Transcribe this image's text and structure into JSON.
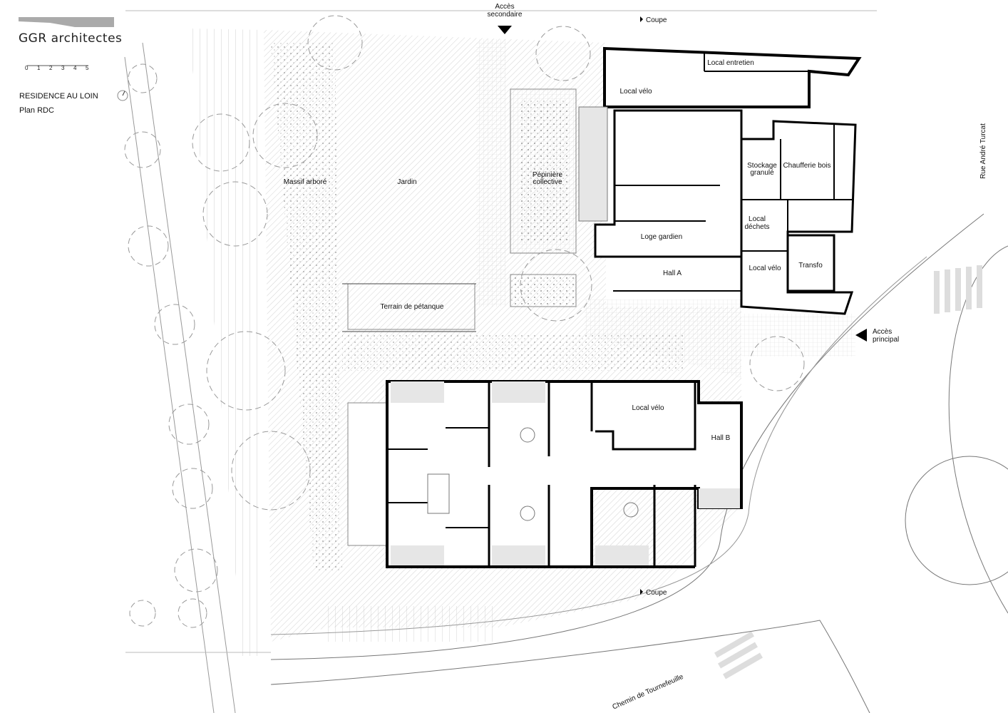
{
  "title_block": {
    "firm": "GGR architectes",
    "scale_ticks": [
      "0",
      "1",
      "2",
      "3",
      "4",
      "5"
    ],
    "project": "RESIDENCE AU LOIN",
    "drawing": "Plan RDC"
  },
  "labels": {
    "acces_secondaire": [
      "Accès",
      "secondaire"
    ],
    "coupe_top": "Coupe",
    "coupe_bottom": "Coupe",
    "local_entretien": "Local entretien",
    "local_velo_north": "Local vélo",
    "pepiniere": [
      "Pépinière",
      "collective"
    ],
    "massif": "Massif arboré",
    "jardin": "Jardin",
    "stockage": [
      "Stockage",
      "granulé"
    ],
    "chaufferie": "Chaufferie bois",
    "dechets": [
      "Local",
      "déchets"
    ],
    "loge": "Loge gardien",
    "hall_a": "Hall A",
    "local_velo_east": "Local vélo",
    "transfo": "Transfo",
    "petanque": "Terrain de pétanque",
    "acces_principal": [
      "Accès",
      "principal"
    ],
    "local_velo_south": "Local vélo",
    "hall_b": "Hall B",
    "chemin": "Chemin de Tournefeuille",
    "rue": "Rue André Turcat"
  }
}
